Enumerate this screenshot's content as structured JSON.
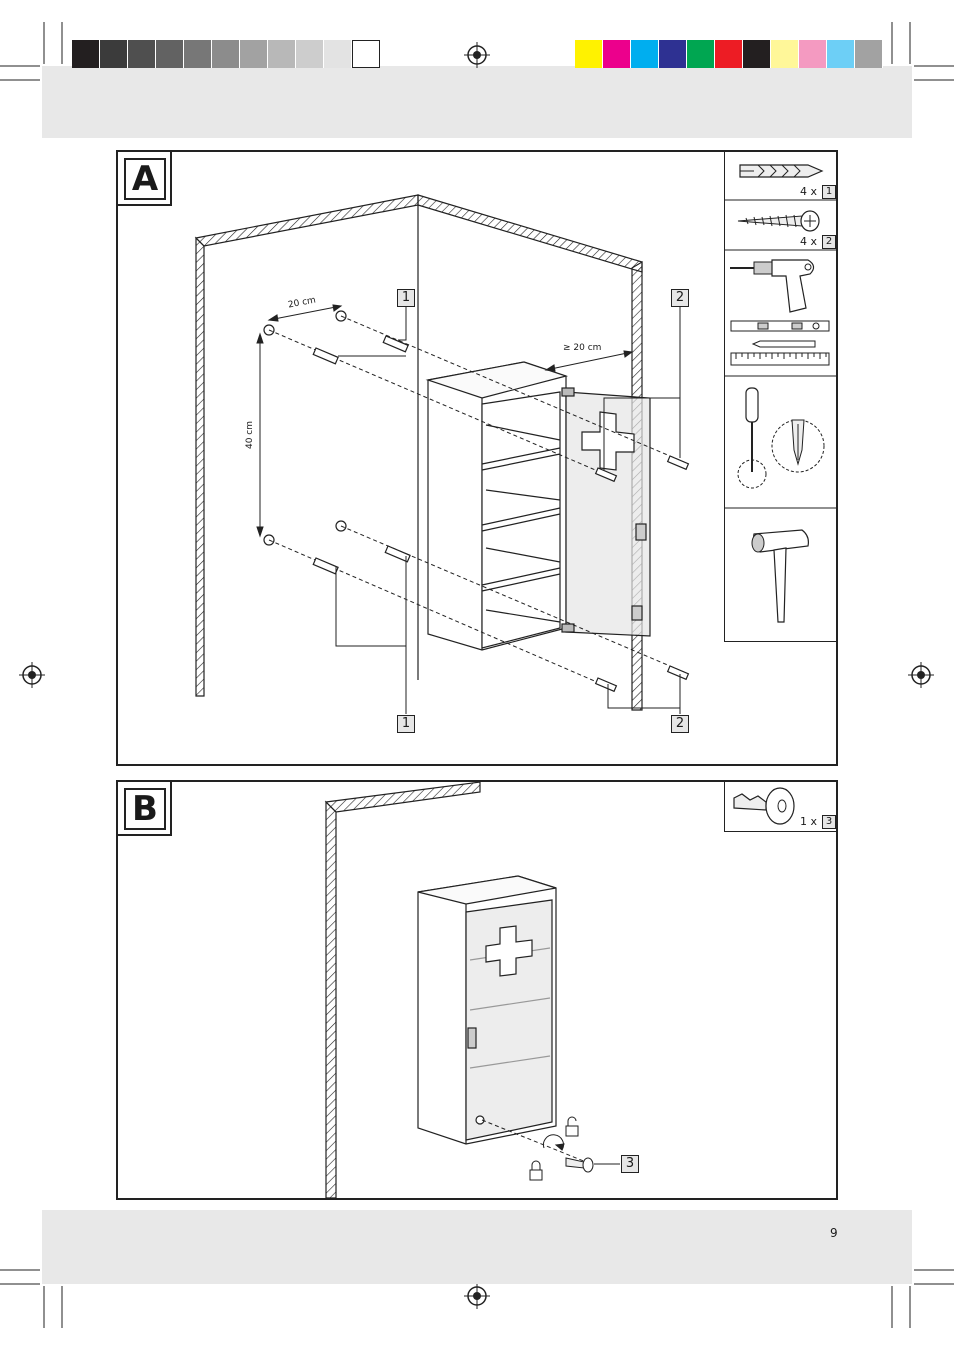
{
  "colors": {
    "grayscale": [
      "#231f20",
      "#3b3b3b",
      "#4f4f4f",
      "#626262",
      "#777777",
      "#8c8c8c",
      "#a2a2a2",
      "#b8b8b8",
      "#cdcdcd",
      "#e3e3e3",
      "#ffffff"
    ],
    "process": [
      "#fff200",
      "#ec008c",
      "#00aeef",
      "#2e3192",
      "#00a651",
      "#ed1c24",
      "#231f20",
      "#fff799",
      "#f49ac1",
      "#6dcff6",
      "#a2a2a2"
    ],
    "band": "#e8e8e8",
    "line": "#222222"
  },
  "section_a": {
    "label": "A",
    "callouts": {
      "dowel_top": "1",
      "screw_top": "2",
      "dowel_bottom": "1",
      "screw_bottom": "2"
    },
    "dimensions": {
      "horizontal": "20 cm",
      "vertical": "40 cm",
      "clearance": "≥ 20 cm"
    },
    "parts": [
      {
        "qty": "4 x",
        "ref": "1",
        "icon": "wall-plug-icon"
      },
      {
        "qty": "4 x",
        "ref": "2",
        "icon": "screw-icon"
      }
    ],
    "tools": [
      "drill-icon",
      "spirit-level-icon",
      "pencil-icon",
      "ruler-icon",
      "screwdriver-icon",
      "hammer-icon"
    ]
  },
  "section_b": {
    "label": "B",
    "callouts": {
      "key": "3"
    },
    "parts": [
      {
        "qty": "1 x",
        "ref": "3",
        "icon": "key-icon"
      }
    ]
  },
  "footer": {
    "page_number": "9"
  }
}
